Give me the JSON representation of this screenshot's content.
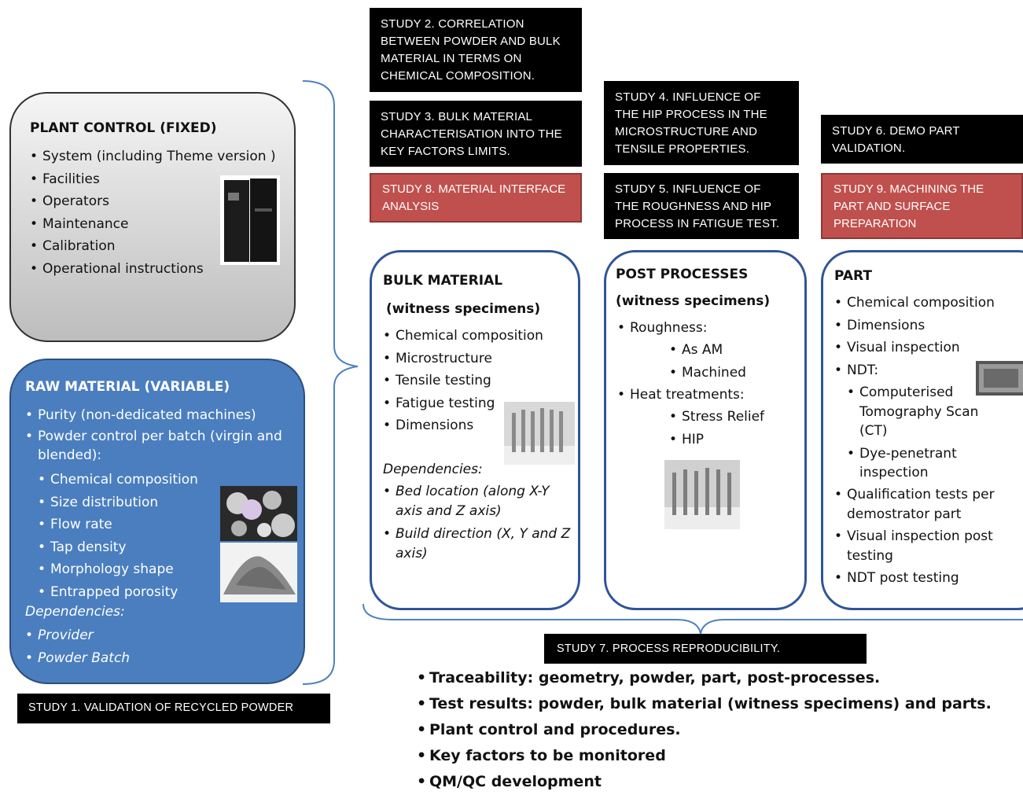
{
  "plant_control": {
    "title": "PLANT CONTROL (FIXED)",
    "items": [
      "System (including Theme version )",
      "Facilities",
      "Operators",
      "Maintenance",
      "Calibration",
      "Operational instructions"
    ]
  },
  "raw_material": {
    "title": "RAW MATERIAL  (VARIABLE)",
    "items": [
      "Purity (non-dedicated machines)",
      "Powder control per batch (virgin and blended):"
    ],
    "sub_items": [
      "Chemical composition",
      "Size distribution",
      "Flow rate",
      "Tap density",
      "Morphology shape",
      "Entrapped porosity"
    ],
    "dependencies_label": "Dependencies:",
    "dependencies": [
      "Provider",
      "Powder Batch"
    ]
  },
  "studies": {
    "s1": "STUDY 1. VALIDATION OF RECYCLED POWDER",
    "s2": "STUDY 2. CORRELATION BETWEEN POWDER AND BULK MATERIAL IN TERMS ON CHEMICAL COMPOSITION.",
    "s3": "STUDY 3. BULK MATERIAL CHARACTERISATION  INTO THE KEY FACTORS LIMITS.",
    "s4": "STUDY  4. INFLUENCE OF THE HIP PROCESS IN THE MICROSTRUCTURE AND TENSILE  PROPERTIES.",
    "s5": "STUDY  5.  INFLUENCE  OF THE ROUGHNESS  AND  HIP PROCESS IN FATIGUE TEST.",
    "s6": "STUDY  6. DEMO PART VALIDATION.",
    "s7": "STUDY  7.  PROCESS REPRODUCIBILITY.",
    "s8": "STUDY 8. MATERIAL INTERFACE ANALYSIS",
    "s9": "STUDY 9.  MACHINING THE PART AND SURFACE PREPARATION"
  },
  "bulk_material": {
    "title": "BULK  MATERIAL",
    "subtitle": "(witness specimens)",
    "items": [
      "Chemical composition",
      "Microstructure",
      "Tensile testing",
      "Fatigue testing",
      "Dimensions"
    ],
    "dependencies_label": "Dependencies:",
    "dependencies": [
      "Bed location (along X-Y axis and Z axis)",
      "Build direction (X, Y and Z axis)"
    ]
  },
  "post_processes": {
    "title": "POST PROCESSES",
    "subtitle": "(witness specimens)",
    "roughness": "Roughness:",
    "roughness_items": [
      "As AM",
      "Machined"
    ],
    "heat": "Heat treatments:",
    "heat_items": [
      "Stress Relief",
      "HIP"
    ]
  },
  "part": {
    "title": "PART",
    "items_top": [
      "Chemical composition",
      "Dimensions",
      "Visual inspection",
      "NDT:"
    ],
    "ndt_items": [
      "Computerised Tomography Scan (CT)",
      "Dye-penetrant inspection"
    ],
    "items_bottom": [
      "Qualification tests per demostrator part",
      "Visual inspection  post testing",
      "NDT post testing"
    ]
  },
  "reproducibility_items": [
    "Traceability: geometry, powder, part, post-processes.",
    "Test results: powder, bulk material (witness specimens) and parts.",
    "Plant control and procedures.",
    "Key factors to be monitored",
    "QM/QC development"
  ],
  "colors": {
    "blue_panel": "#4a7ebf",
    "grey_panel": "#d4d4d4",
    "red_box": "#c0504d",
    "bracket": "#4f81bd"
  }
}
